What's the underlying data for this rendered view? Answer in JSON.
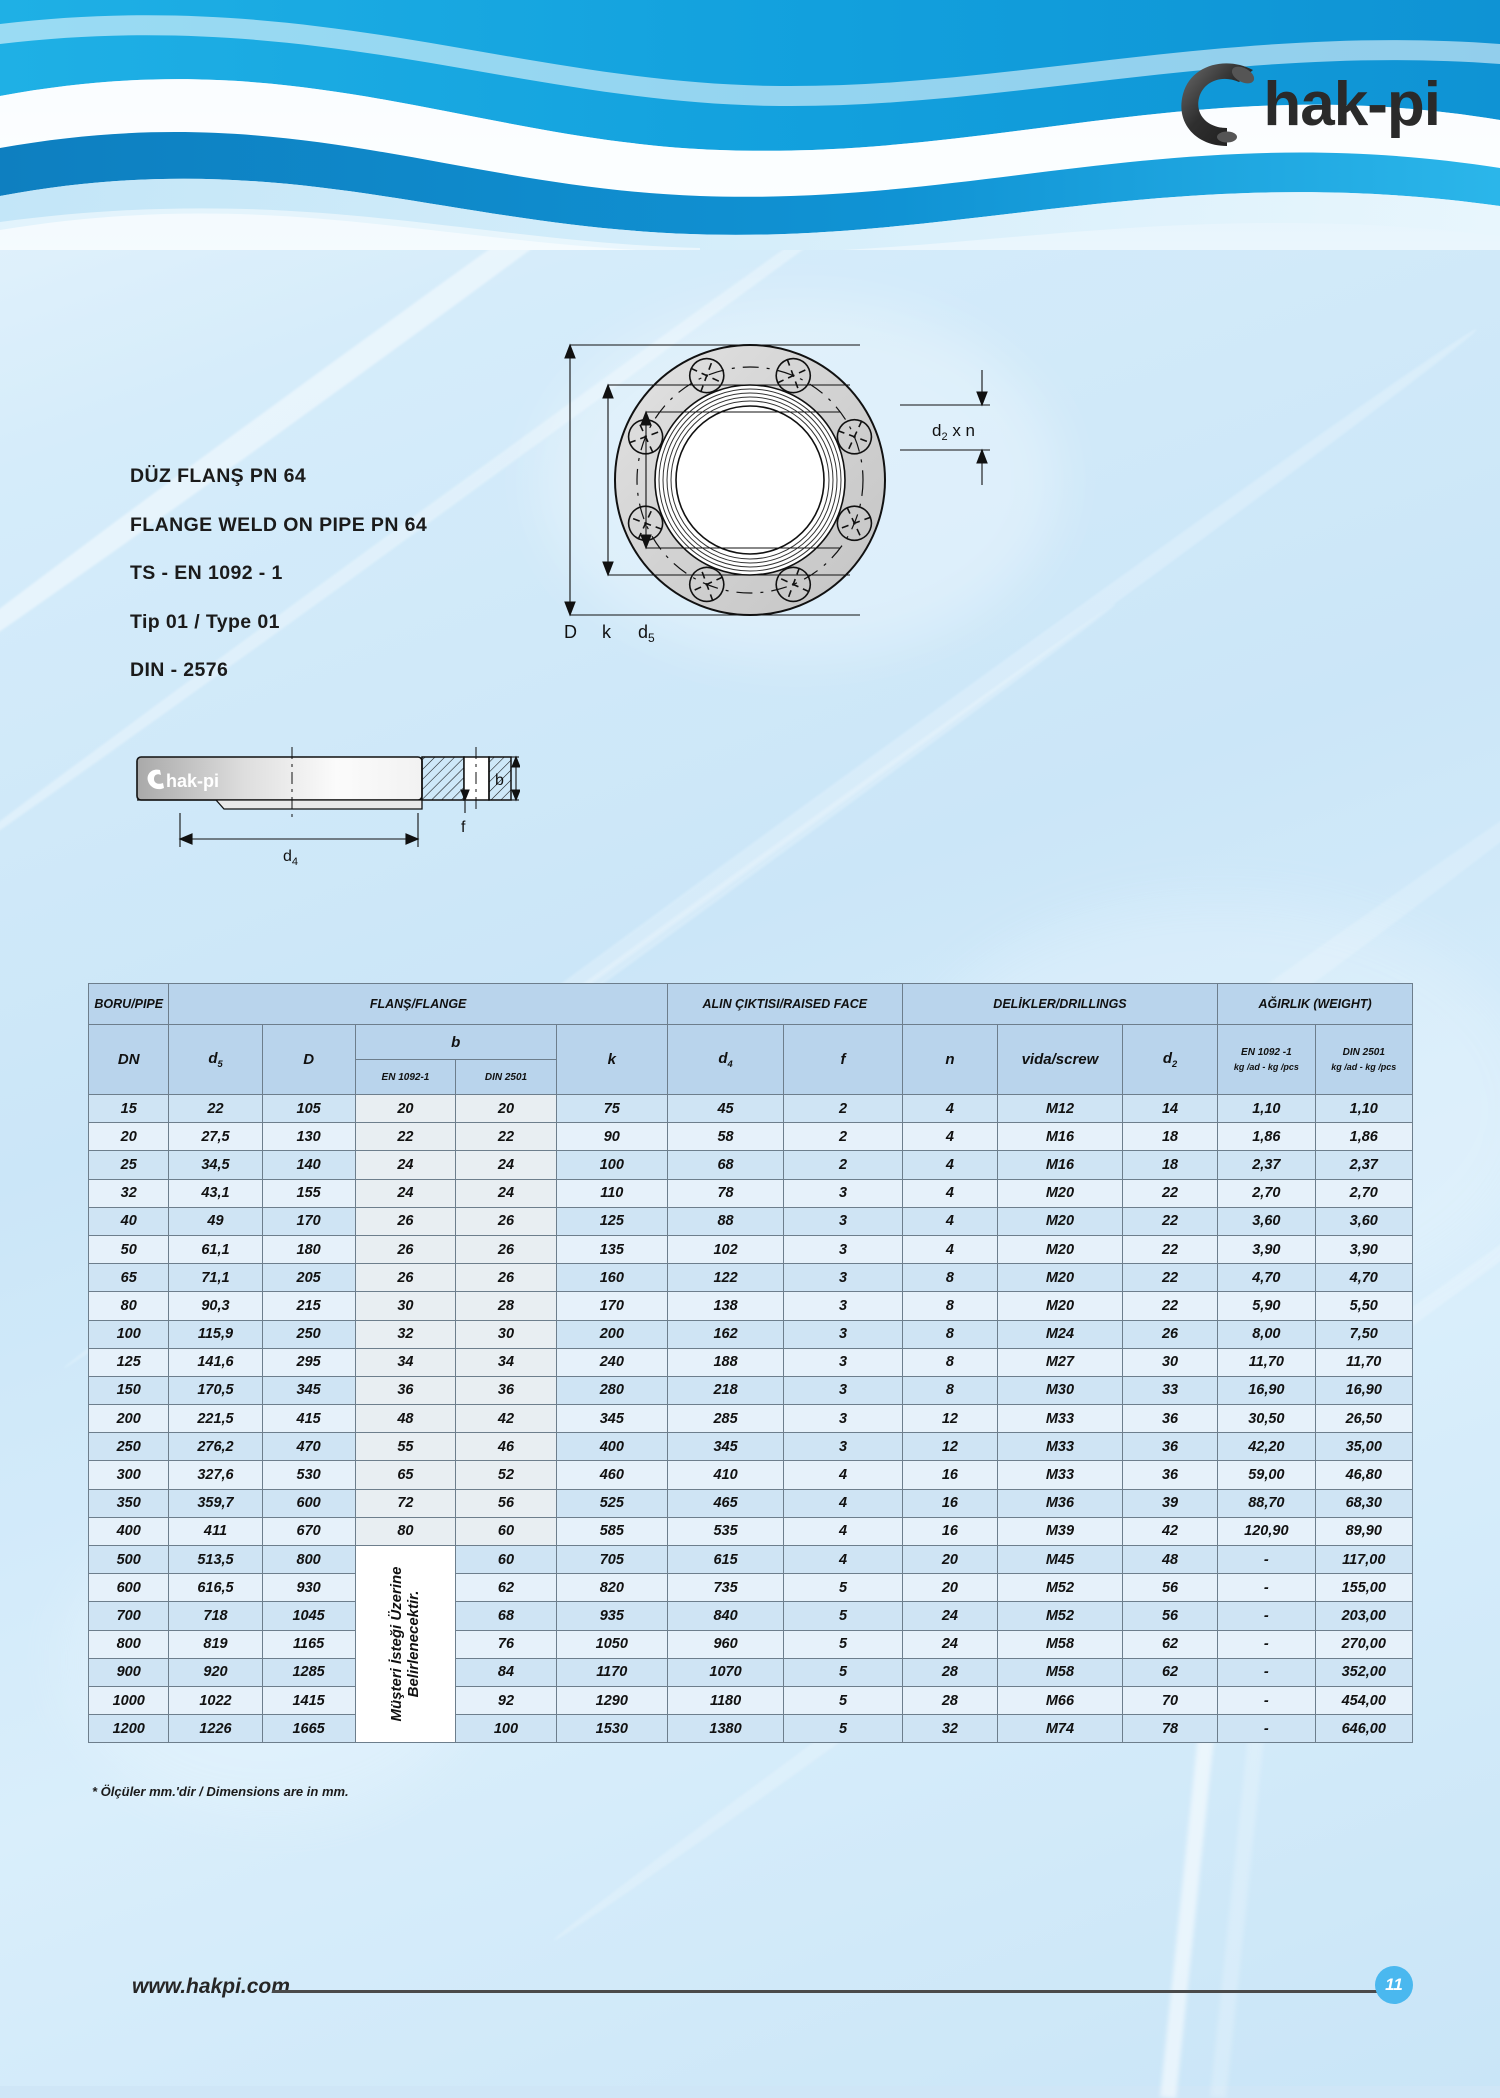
{
  "brand": {
    "logo_text": "hak-pi",
    "logo_icon": "hakpi-c-elbow-logo"
  },
  "title_block": {
    "lines": [
      "DÜZ FLANŞ PN 64",
      "FLANGE WELD ON PIPE PN 64",
      "TS - EN 1092 - 1",
      "Tip 01 / Type 01",
      "DIN - 2576"
    ]
  },
  "drawing": {
    "side_view_logo": "hak-pi",
    "labels": {
      "D": "D",
      "k": "k",
      "d5": "d",
      "d5_sub": "5",
      "d2xn": "d",
      "d2xn_sub": "2",
      "d2xn_rest": "x n",
      "b": "b",
      "f": "f",
      "d4": "d",
      "d4_sub": "4"
    }
  },
  "table": {
    "group_headers": [
      {
        "label": "BORU/PIPE",
        "span": 1
      },
      {
        "label": "FLANŞ/FLANGE",
        "span": 5
      },
      {
        "label": "ALIN ÇIKTISI/RAISED FACE",
        "span": 2
      },
      {
        "label": "DELİKLER/DRILLINGS",
        "span": 3
      },
      {
        "label": "AĞIRLIK   (WEIGHT)",
        "span": 2
      }
    ],
    "b_group_label": "b",
    "sub_headers": {
      "dn": "DN",
      "d5": "d",
      "d5_sub": "5",
      "D": "D",
      "b_en": "EN 1092-1",
      "b_din": "DIN 2501",
      "k": "k",
      "d4": "d",
      "d4_sub": "4",
      "f": "f",
      "n": "n",
      "screw": "vida/screw",
      "d2": "d",
      "d2_sub": "2",
      "w_en_title": "EN 1092 -1",
      "w_en_unit": "kg /ad - kg /pcs",
      "w_din_title": "DIN 2501",
      "w_din_unit": "kg /ad - kg /pcs"
    },
    "merged_cell_text_line1": "Müşteri İsteği Üzerine",
    "merged_cell_text_line2": "Belirlenecektir.",
    "rows": [
      {
        "dn": "15",
        "d5": "22",
        "D": "105",
        "b_en": "20",
        "b_din": "20",
        "k": "75",
        "d4": "45",
        "f": "2",
        "n": "4",
        "screw": "M12",
        "d2": "14",
        "w_en": "1,10",
        "w_din": "1,10"
      },
      {
        "dn": "20",
        "d5": "27,5",
        "D": "130",
        "b_en": "22",
        "b_din": "22",
        "k": "90",
        "d4": "58",
        "f": "2",
        "n": "4",
        "screw": "M16",
        "d2": "18",
        "w_en": "1,86",
        "w_din": "1,86"
      },
      {
        "dn": "25",
        "d5": "34,5",
        "D": "140",
        "b_en": "24",
        "b_din": "24",
        "k": "100",
        "d4": "68",
        "f": "2",
        "n": "4",
        "screw": "M16",
        "d2": "18",
        "w_en": "2,37",
        "w_din": "2,37"
      },
      {
        "dn": "32",
        "d5": "43,1",
        "D": "155",
        "b_en": "24",
        "b_din": "24",
        "k": "110",
        "d4": "78",
        "f": "3",
        "n": "4",
        "screw": "M20",
        "d2": "22",
        "w_en": "2,70",
        "w_din": "2,70"
      },
      {
        "dn": "40",
        "d5": "49",
        "D": "170",
        "b_en": "26",
        "b_din": "26",
        "k": "125",
        "d4": "88",
        "f": "3",
        "n": "4",
        "screw": "M20",
        "d2": "22",
        "w_en": "3,60",
        "w_din": "3,60"
      },
      {
        "dn": "50",
        "d5": "61,1",
        "D": "180",
        "b_en": "26",
        "b_din": "26",
        "k": "135",
        "d4": "102",
        "f": "3",
        "n": "4",
        "screw": "M20",
        "d2": "22",
        "w_en": "3,90",
        "w_din": "3,90"
      },
      {
        "dn": "65",
        "d5": "71,1",
        "D": "205",
        "b_en": "26",
        "b_din": "26",
        "k": "160",
        "d4": "122",
        "f": "3",
        "n": "8",
        "screw": "M20",
        "d2": "22",
        "w_en": "4,70",
        "w_din": "4,70"
      },
      {
        "dn": "80",
        "d5": "90,3",
        "D": "215",
        "b_en": "30",
        "b_din": "28",
        "k": "170",
        "d4": "138",
        "f": "3",
        "n": "8",
        "screw": "M20",
        "d2": "22",
        "w_en": "5,90",
        "w_din": "5,50"
      },
      {
        "dn": "100",
        "d5": "115,9",
        "D": "250",
        "b_en": "32",
        "b_din": "30",
        "k": "200",
        "d4": "162",
        "f": "3",
        "n": "8",
        "screw": "M24",
        "d2": "26",
        "w_en": "8,00",
        "w_din": "7,50"
      },
      {
        "dn": "125",
        "d5": "141,6",
        "D": "295",
        "b_en": "34",
        "b_din": "34",
        "k": "240",
        "d4": "188",
        "f": "3",
        "n": "8",
        "screw": "M27",
        "d2": "30",
        "w_en": "11,70",
        "w_din": "11,70"
      },
      {
        "dn": "150",
        "d5": "170,5",
        "D": "345",
        "b_en": "36",
        "b_din": "36",
        "k": "280",
        "d4": "218",
        "f": "3",
        "n": "8",
        "screw": "M30",
        "d2": "33",
        "w_en": "16,90",
        "w_din": "16,90"
      },
      {
        "dn": "200",
        "d5": "221,5",
        "D": "415",
        "b_en": "48",
        "b_din": "42",
        "k": "345",
        "d4": "285",
        "f": "3",
        "n": "12",
        "screw": "M33",
        "d2": "36",
        "w_en": "30,50",
        "w_din": "26,50"
      },
      {
        "dn": "250",
        "d5": "276,2",
        "D": "470",
        "b_en": "55",
        "b_din": "46",
        "k": "400",
        "d4": "345",
        "f": "3",
        "n": "12",
        "screw": "M33",
        "d2": "36",
        "w_en": "42,20",
        "w_din": "35,00"
      },
      {
        "dn": "300",
        "d5": "327,6",
        "D": "530",
        "b_en": "65",
        "b_din": "52",
        "k": "460",
        "d4": "410",
        "f": "4",
        "n": "16",
        "screw": "M33",
        "d2": "36",
        "w_en": "59,00",
        "w_din": "46,80"
      },
      {
        "dn": "350",
        "d5": "359,7",
        "D": "600",
        "b_en": "72",
        "b_din": "56",
        "k": "525",
        "d4": "465",
        "f": "4",
        "n": "16",
        "screw": "M36",
        "d2": "39",
        "w_en": "88,70",
        "w_din": "68,30"
      },
      {
        "dn": "400",
        "d5": "411",
        "D": "670",
        "b_en": "80",
        "b_din": "60",
        "k": "585",
        "d4": "535",
        "f": "4",
        "n": "16",
        "screw": "M39",
        "d2": "42",
        "w_en": "120,90",
        "w_din": "89,90"
      },
      {
        "dn": "500",
        "d5": "513,5",
        "D": "800",
        "b_en": null,
        "b_din": "60",
        "k": "705",
        "d4": "615",
        "f": "4",
        "n": "20",
        "screw": "M45",
        "d2": "48",
        "w_en": "-",
        "w_din": "117,00"
      },
      {
        "dn": "600",
        "d5": "616,5",
        "D": "930",
        "b_en": null,
        "b_din": "62",
        "k": "820",
        "d4": "735",
        "f": "5",
        "n": "20",
        "screw": "M52",
        "d2": "56",
        "w_en": "-",
        "w_din": "155,00"
      },
      {
        "dn": "700",
        "d5": "718",
        "D": "1045",
        "b_en": null,
        "b_din": "68",
        "k": "935",
        "d4": "840",
        "f": "5",
        "n": "24",
        "screw": "M52",
        "d2": "56",
        "w_en": "-",
        "w_din": "203,00"
      },
      {
        "dn": "800",
        "d5": "819",
        "D": "1165",
        "b_en": null,
        "b_din": "76",
        "k": "1050",
        "d4": "960",
        "f": "5",
        "n": "24",
        "screw": "M58",
        "d2": "62",
        "w_en": "-",
        "w_din": "270,00"
      },
      {
        "dn": "900",
        "d5": "920",
        "D": "1285",
        "b_en": null,
        "b_din": "84",
        "k": "1170",
        "d4": "1070",
        "f": "5",
        "n": "28",
        "screw": "M58",
        "d2": "62",
        "w_en": "-",
        "w_din": "352,00"
      },
      {
        "dn": "1000",
        "d5": "1022",
        "D": "1415",
        "b_en": null,
        "b_din": "92",
        "k": "1290",
        "d4": "1180",
        "f": "5",
        "n": "28",
        "screw": "M66",
        "d2": "70",
        "w_en": "-",
        "w_din": "454,00"
      },
      {
        "dn": "1200",
        "d5": "1226",
        "D": "1665",
        "b_en": null,
        "b_din": "100",
        "k": "1530",
        "d4": "1380",
        "f": "5",
        "n": "32",
        "screw": "M74",
        "d2": "78",
        "w_en": "-",
        "w_din": "646,00"
      }
    ]
  },
  "note": "* Ölçüler mm.'dir / Dimensions are in mm.",
  "footer": {
    "url": "www.hakpi.com",
    "page_number": "11"
  },
  "colors": {
    "banner_blue": "#1aa3dd",
    "banner_dark_blue": "#0d76b5",
    "accent": "#4ab8ef",
    "table_header": "#b9d4ec",
    "row_odd": "#cfe4f4",
    "row_even": "#e6f1fa"
  }
}
